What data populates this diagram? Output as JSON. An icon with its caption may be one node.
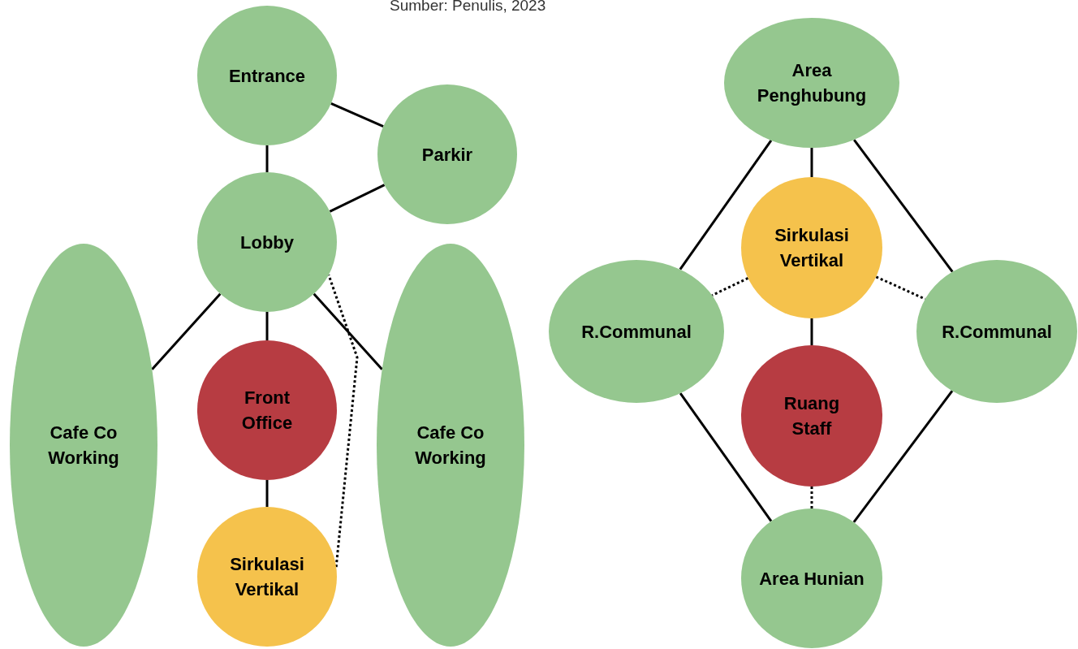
{
  "diagram": {
    "nodes": [
      {
        "text": [
          "Entrance"
        ]
      },
      {
        "text": [
          "Parkir"
        ]
      },
      {
        "text": [
          "Lobby"
        ]
      },
      {
        "text": [
          "Cafe Co Working"
        ]
      },
      {
        "text": [
          "Front Office"
        ]
      },
      {
        "text": [
          "Sirkulasi Vertikal"
        ]
      },
      {
        "text": [
          "Cafe Co Working"
        ]
      },
      {
        "text": [
          "Area Penghubung"
        ]
      },
      {
        "text": [
          "Sirkulasi Vertikal"
        ]
      },
      {
        "text": [
          "R.Communal"
        ]
      },
      {
        "text": [
          "R.Communal"
        ]
      },
      {
        "text": [
          "Ruang Staff"
        ]
      },
      {
        "text": [
          "Area Hunian"
        ]
      }
    ],
    "edges": [
      {
        "from": 0,
        "to": 2,
        "arrow": "none"
      },
      {
        "from": 0,
        "to": 1,
        "arrow": "none"
      },
      {
        "from": 2,
        "to": 1,
        "arrow": "none"
      },
      {
        "from": 2,
        "to": 3,
        "arrow": "none"
      },
      {
        "from": 2,
        "to": 4,
        "arrow": "none"
      },
      {
        "from": 2,
        "to": 6,
        "arrow": "none"
      },
      {
        "from": 4,
        "to": 5,
        "arrow": "none"
      },
      {
        "from": 5,
        "to": 2,
        "arrow": "none",
        "style": "dashed"
      },
      {
        "from": 7,
        "to": 9,
        "arrow": "none"
      },
      {
        "from": 7,
        "to": 10,
        "arrow": "none"
      },
      {
        "from": 7,
        "to": 8,
        "arrow": "none"
      },
      {
        "from": 8,
        "to": 9,
        "arrow": "none",
        "style": "dashed"
      },
      {
        "from": 8,
        "to": 10,
        "arrow": "none",
        "style": "dashed"
      },
      {
        "from": 8,
        "to": 11,
        "arrow": "none"
      },
      {
        "from": 11,
        "to": 12,
        "arrow": "none",
        "style": "dashed"
      },
      {
        "from": 9,
        "to": 12,
        "arrow": "none"
      },
      {
        "from": 10,
        "to": 12,
        "arrow": "none"
      }
    ],
    "labels": [
      "Sumber: Penulis, 2023"
    ]
  }
}
